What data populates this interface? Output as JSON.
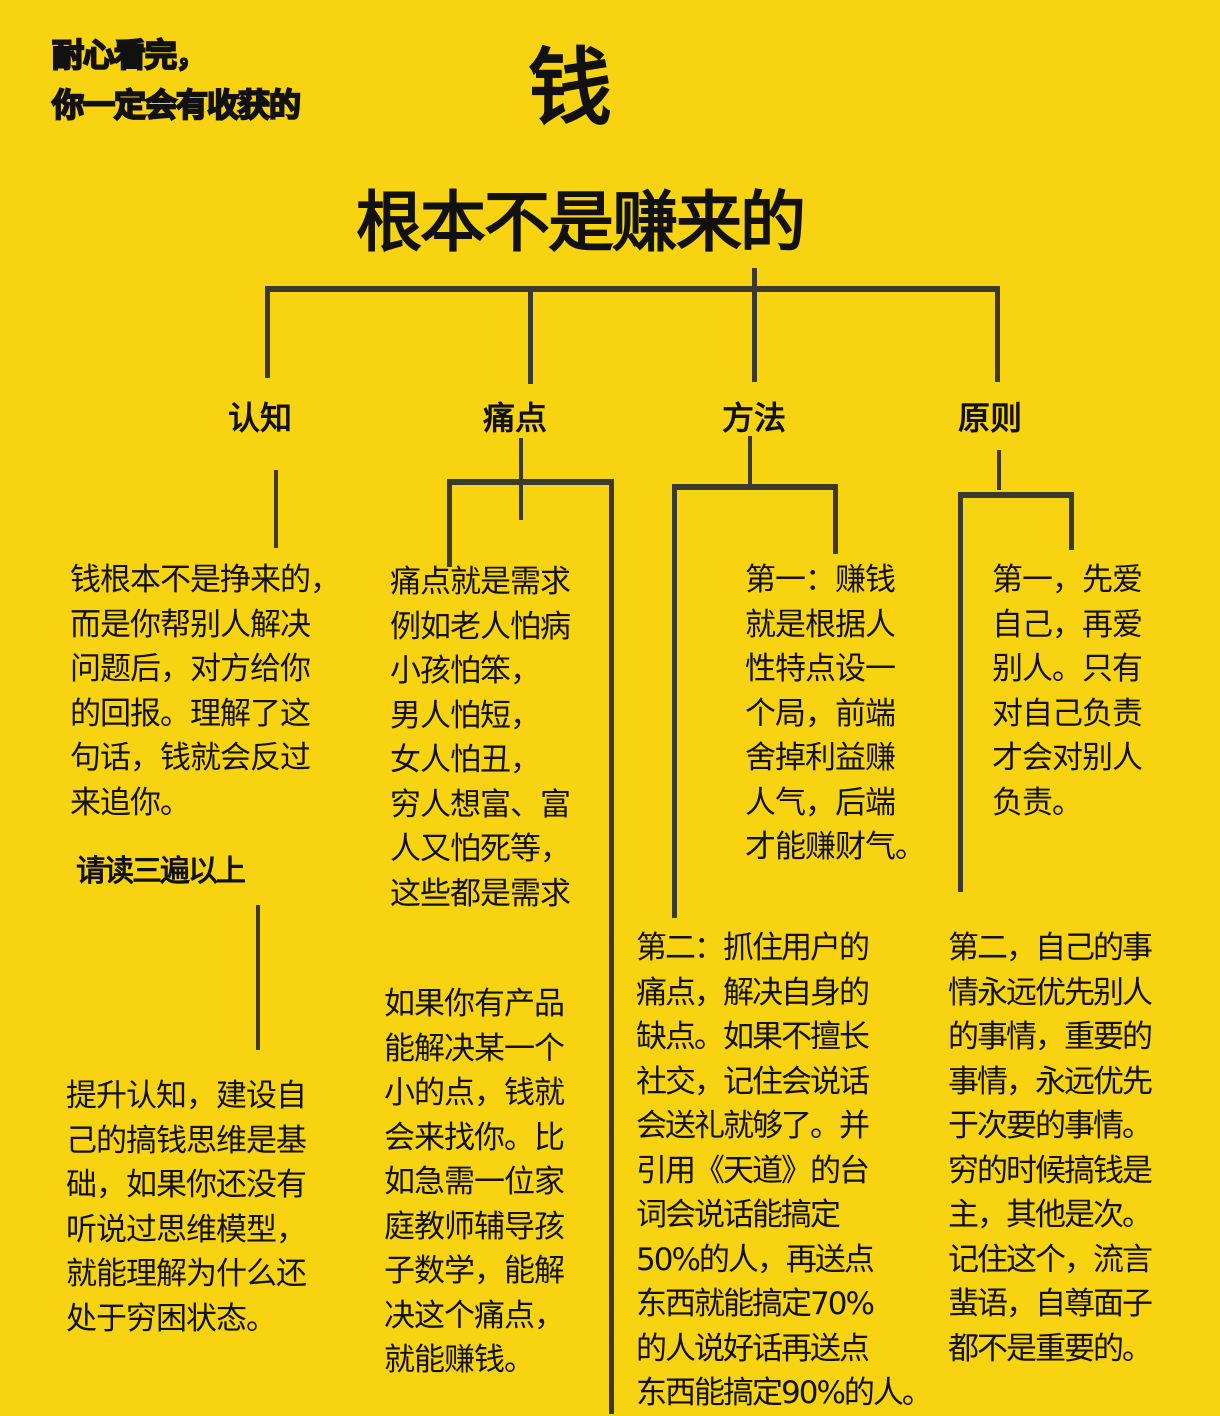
{
  "header_note": {
    "line1": "耐心看完，",
    "line2": "你一定会有收获的"
  },
  "title": {
    "main": "钱",
    "sub": "根本不是赚来的"
  },
  "branches": [
    {
      "label": "认知",
      "blocks": [
        "钱根本不是挣来的，\n而是你帮别人解决\n问题后，对方给你\n的回报。理解了这\n句话，钱就会反过\n来追你。",
        "提升认知，建设自\n己的搞钱思维是基\n础，如果你还没有\n听说过思维模型，\n就能理解为什么还\n处于穷困状态。"
      ],
      "note": "请读三遍以上"
    },
    {
      "label": "痛点",
      "blocks": [
        "痛点就是需求\n例如老人怕病\n小孩怕笨，\n男人怕短，\n女人怕丑，\n穷人想富、富\n人又怕死等，\n这些都是需求",
        "如果你有产品\n能解决某一个\n小的点，钱就\n会来找你。比\n如急需一位家\n庭教师辅导孩\n子数学，能解\n决这个痛点，\n就能赚钱。"
      ]
    },
    {
      "label": "方法",
      "blocks": [
        "第一：赚钱\n就是根据人\n性特点设一\n个局，前端\n舍掉利益赚\n人气，后端\n才能赚财气。",
        "第二：抓住用户的\n痛点，解决自身的\n缺点。如果不擅长\n社交，记住会说话\n会送礼就够了。并\n引用《天道》的台\n词会说话能搞定\n50%的人，再送点\n东西就能搞定70%\n的人说好话再送点\n东西能搞定90%的人。"
      ]
    },
    {
      "label": "原则",
      "blocks": [
        "第一，先爱\n自己，再爱\n别人。只有\n对自己负责\n才会对别人\n负责。",
        "第二，自己的事\n情永远优先别人\n的事情，重要的\n事情，永远优先\n于次要的事情。\n穷的时候搞钱是\n主，其他是次。\n记住这个，流言\n蜚语，自尊面子\n都不是重要的。"
      ]
    }
  ],
  "colors": {
    "background": "#F8D312",
    "text": "#111111",
    "lines": "#3B3A2C"
  }
}
